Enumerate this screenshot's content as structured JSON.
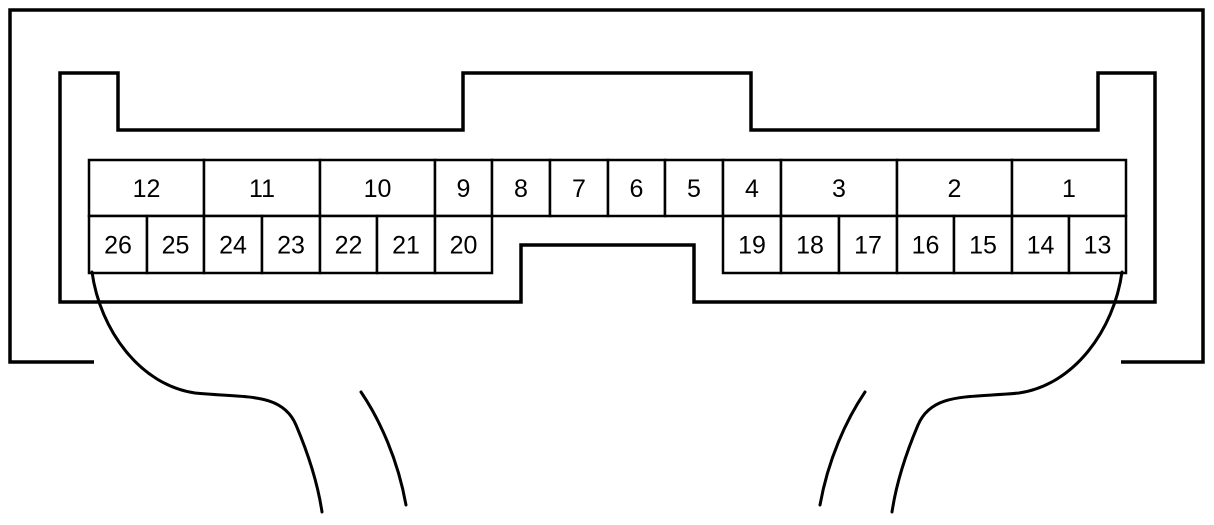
{
  "connector": {
    "top_row": [
      "12",
      "11",
      "10",
      "9",
      "8",
      "7",
      "6",
      "5",
      "4",
      "3",
      "2",
      "1"
    ],
    "bottom_row_left": [
      "26",
      "25",
      "24",
      "23",
      "22",
      "21",
      "20"
    ],
    "bottom_row_right": [
      "19",
      "18",
      "17",
      "16",
      "15",
      "14",
      "13"
    ]
  },
  "colors": {
    "line": "#000000",
    "background": "#ffffff"
  }
}
